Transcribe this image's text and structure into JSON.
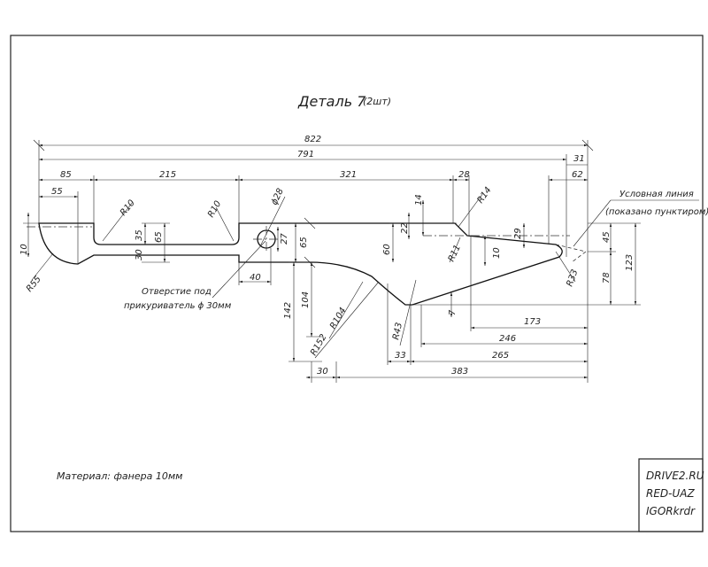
{
  "title": {
    "main": "Деталь 7",
    "qty": "(2шт)"
  },
  "material": "Материал: фанера 10мм",
  "stamp": [
    "DRIVE2.RU",
    "RED-UAZ",
    "IGORkrdr"
  ],
  "notes": {
    "hole_line1": "Отверстие под",
    "hole_line2": "прикуриватель ϕ 30мм",
    "cond_line1": "Условная линия",
    "cond_line2": "(показано пунктиром)"
  },
  "dims": {
    "d822": "822",
    "d791": "791",
    "d85": "85",
    "d215": "215",
    "d321": "321",
    "d28": "28",
    "d31": "31",
    "d62": "62",
    "d55": "55",
    "d10": "10",
    "dR55": "R55",
    "dR10a": "R10",
    "dR10b": "R10",
    "d35": "35",
    "d65a": "65",
    "d30a": "30",
    "dphi28": "ϕ28",
    "d27": "27",
    "d65b": "65",
    "d40": "40",
    "d14": "14",
    "dR14": "R14",
    "d22": "22",
    "d60": "60",
    "dR11": "R11",
    "d10b": "10",
    "d29": "29",
    "d45": "45",
    "d123": "123",
    "d78": "78",
    "dR33": "R33",
    "d104": "104",
    "d142": "142",
    "dR104": "R104",
    "dR152": "R152",
    "dR43": "R43",
    "d7": "7",
    "d173": "173",
    "d246": "246",
    "d265": "265",
    "d33": "33",
    "d383": "383",
    "d30b": "30"
  }
}
